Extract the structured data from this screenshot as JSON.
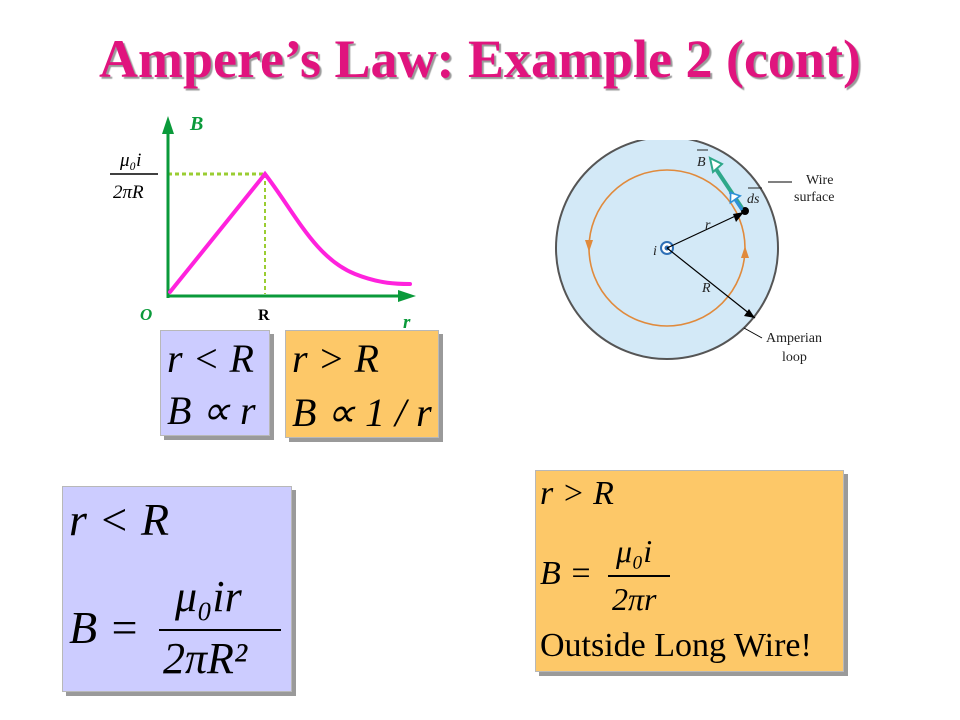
{
  "title": "Ampere’s Law: Example 2 (cont)",
  "graph": {
    "y_axis_label": "B",
    "x_axis_label": "r",
    "origin_label": "O",
    "r_tick_label": "R",
    "peak_numerator": "μ₀i",
    "peak_denominator": "2πR",
    "colors": {
      "axes": "#0a9a3a",
      "curve": "#ff22dd",
      "guide": "#9acd32",
      "peak_label": "#000000"
    }
  },
  "small_box_inside": {
    "line1": "r < R",
    "line2": "B ∝ r"
  },
  "small_box_outside": {
    "line1": "r > R",
    "line2": "B ∝ 1 / r"
  },
  "diagram": {
    "label_B": "B",
    "label_ds": "ds",
    "label_r": "r",
    "label_i": "i",
    "label_R": "R",
    "callout_wire_line1": "Wire",
    "callout_wire_line2": "surface",
    "callout_loop_line1": "Amperian",
    "callout_loop_line2": "loop",
    "colors": {
      "disk": "#d3e9f7",
      "loop": "#e08a3c",
      "field_arrow": "#2ea88a",
      "ds_arrow": "#2d8fd6"
    }
  },
  "big_box_inside": {
    "line1": "r < R",
    "lhs": "B =",
    "numerator": "μ₀ir",
    "denominator": "2πR²"
  },
  "big_box_outside": {
    "line1": "r > R",
    "lhs": "B =",
    "numerator": "μ₀i",
    "denominator": "2πr",
    "note": "Outside Long Wire!"
  },
  "colors": {
    "title": "#e0147e",
    "blue_box": "#ccccff",
    "orange_box": "#fdc868"
  }
}
